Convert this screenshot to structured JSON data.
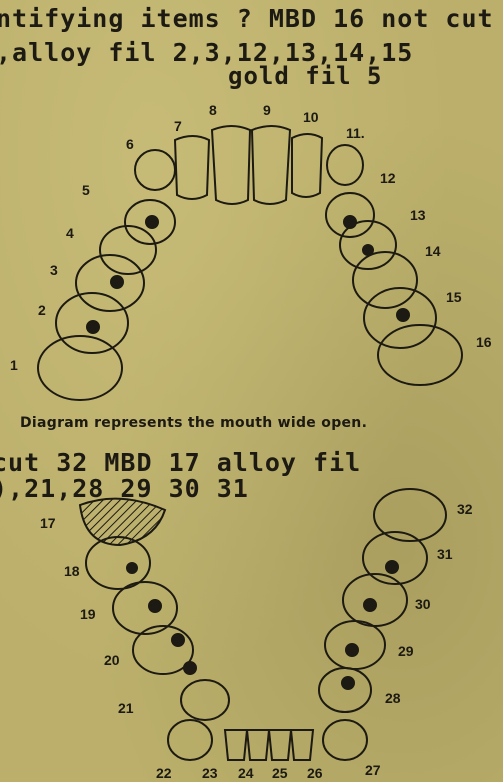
{
  "header": {
    "line1": "ntifying items ? MBD 16 not cut",
    "line2": ",alloy fil 2,3,12,13,14,15",
    "line3": "gold fil 5"
  },
  "caption": "Diagram represents the mouth wide open.",
  "middle": {
    "line1": "cut 32 MBD 17 alloy fil",
    "line2": "),21,28 29 30 31"
  },
  "upper_teeth_numbers": [
    "1",
    "2",
    "3",
    "4",
    "5",
    "6",
    "7",
    "8",
    "9",
    "10",
    "11.",
    "12",
    "13",
    "14",
    "15",
    "16"
  ],
  "lower_teeth_numbers": [
    "17",
    "18",
    "19",
    "20",
    "21",
    "22",
    "23",
    "24",
    "25",
    "26",
    "27",
    "28",
    "29",
    "30",
    "31",
    "32"
  ],
  "colors": {
    "paper": "#bbaf6b",
    "ink": "#1c1a12"
  }
}
